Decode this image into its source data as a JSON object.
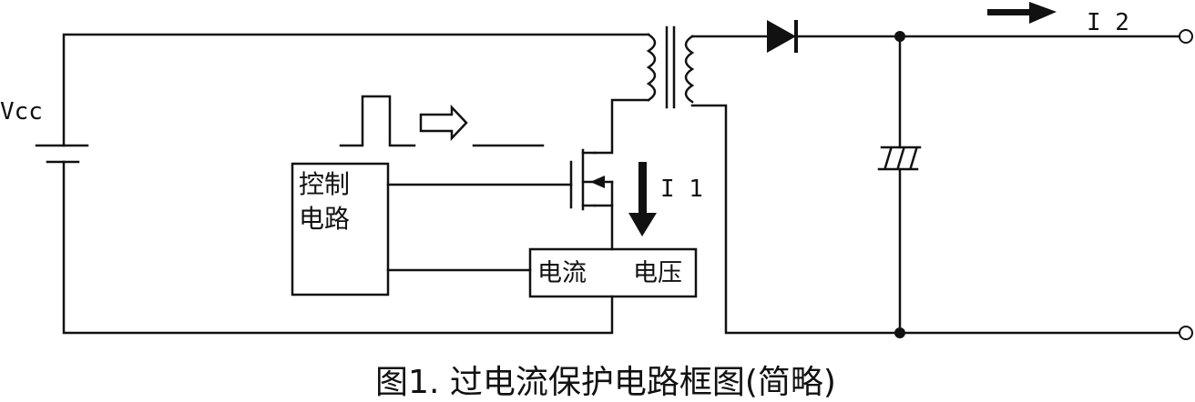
{
  "labels": {
    "vcc": "Vcc",
    "i1": "I 1",
    "i2": "I 2",
    "control_line1": "控制",
    "control_line2": "电路",
    "sense_current": "电流",
    "sense_voltage": "电压"
  },
  "caption": "图1. 过电流保护电路框图(简略)",
  "colors": {
    "ink": "#111111",
    "background": "#ffffff"
  }
}
